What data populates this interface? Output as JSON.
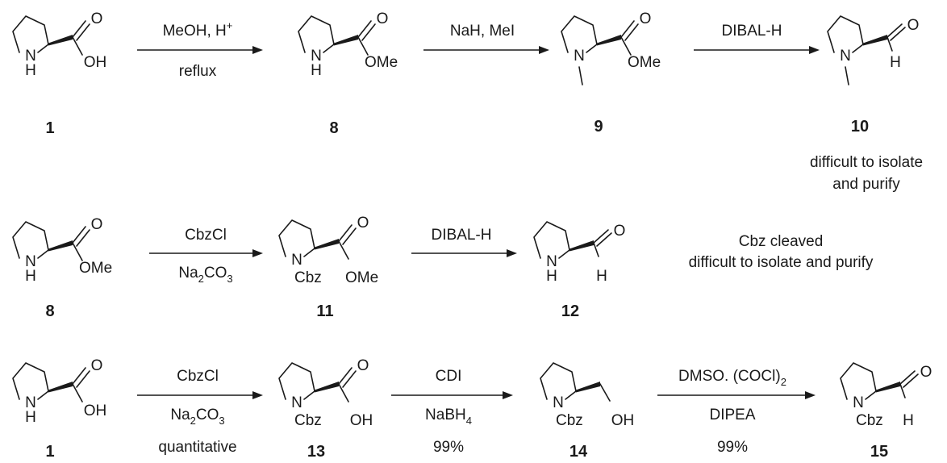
{
  "atom_labels": {
    "NH_N": "N",
    "NH_H": "H",
    "N_alone": "N",
    "O": "O",
    "OH": "OH",
    "OMe": "OMe",
    "H": "H",
    "Cbz": "Cbz"
  },
  "compounds": {
    "c1_top": "1",
    "c8_top": "8",
    "c9": "9",
    "c10": "10",
    "c8_mid": "8",
    "c11": "11",
    "c12": "12",
    "c1_bot": "1",
    "c13": "13",
    "c14": "14",
    "c15": "15"
  },
  "reagents": {
    "r1_top": "MeOH, H",
    "r1_top_sup": "+",
    "r1_bottom": "reflux",
    "r2_top": "NaH, MeI",
    "r3_top": "DIBAL-H",
    "r4_top": "CbzCl",
    "r4_bottom_pre": "Na",
    "r4_bottom_sub1": "2",
    "r4_bottom_mid": "CO",
    "r4_bottom_sub2": "3",
    "r5_top": "DIBAL-H",
    "r6_top": "CbzCl",
    "r6_bottom_pre": "Na",
    "r6_bottom_sub1": "2",
    "r6_bottom_mid": "CO",
    "r6_bottom_sub2": "3",
    "r6_yield": "quantitative",
    "r7_top": "CDI",
    "r7_bottom_pre": "NaBH",
    "r7_bottom_sub": "4",
    "r7_yield": "99%",
    "r8_top_pre": "DMSO. (COCl)",
    "r8_top_sub": "2",
    "r8_bottom": "DIPEA",
    "r8_yield": "99%"
  },
  "notes": {
    "n10_line1": "difficult to isolate",
    "n10_line2": "and purify",
    "n12_line1": "Cbz cleaved",
    "n12_line2": "difficult to isolate and purify"
  }
}
